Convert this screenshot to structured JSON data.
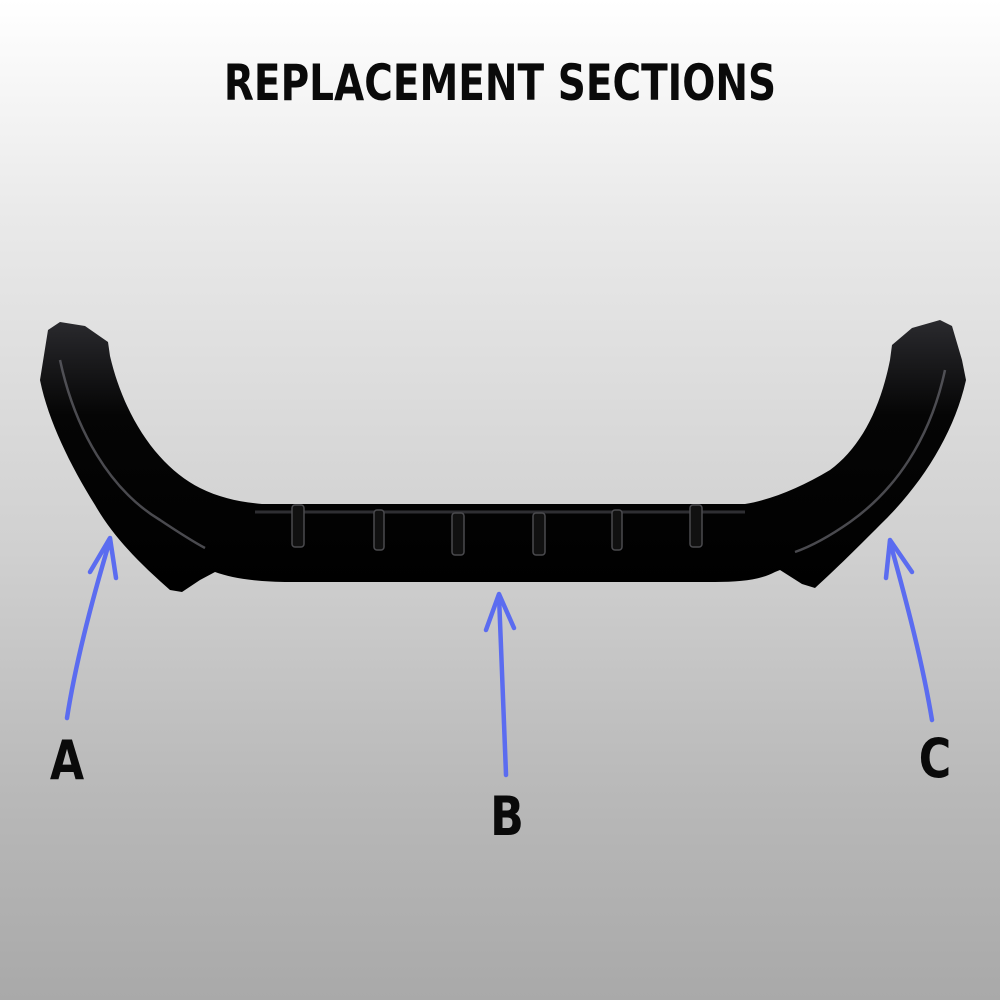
{
  "title": "REPLACEMENT SECTIONS",
  "sections": [
    {
      "id": "A",
      "label": "A"
    },
    {
      "id": "B",
      "label": "B"
    },
    {
      "id": "C",
      "label": "C"
    }
  ],
  "colors": {
    "arrow": "#5b6cf0",
    "part": "#060606",
    "text": "#0a0a0a"
  }
}
